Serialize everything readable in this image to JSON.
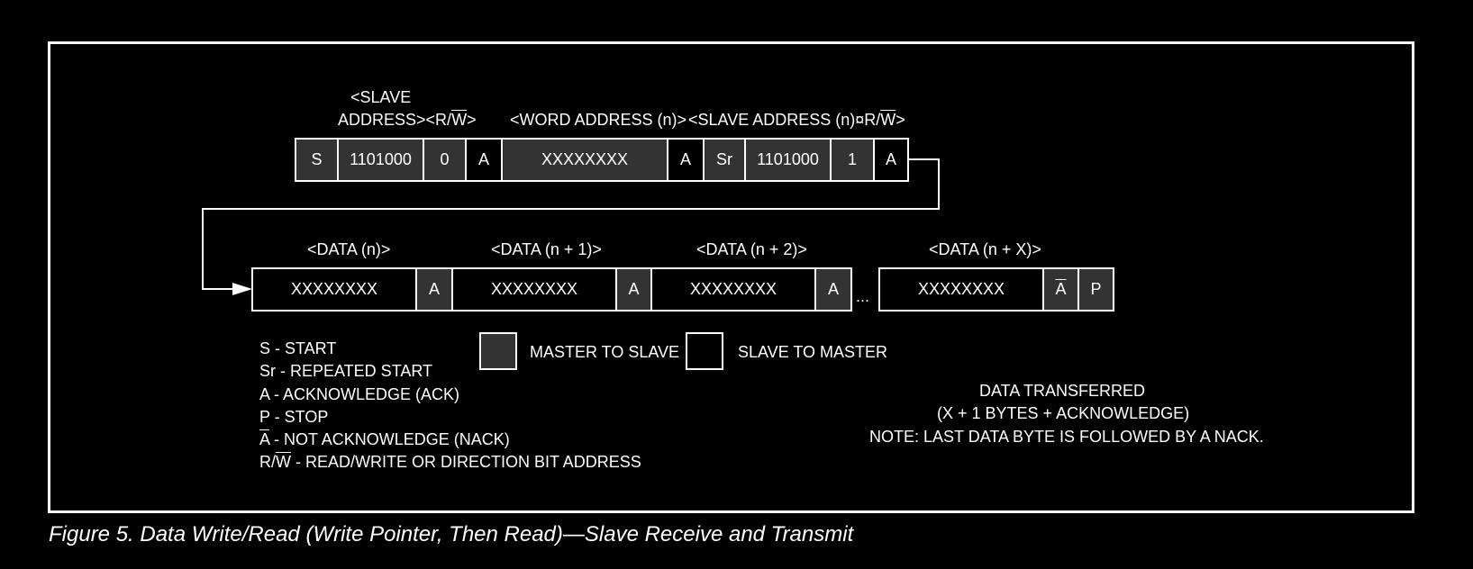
{
  "header_labels": {
    "slave_line1": "<SLAVE",
    "slave_line2": "ADDRESS>",
    "rw_prefix": "<R/",
    "rw_w": "W",
    "rw_suffix": ">",
    "word_address": "<WORD ADDRESS (n)>",
    "slave_address_n_prefix": "<SLAVE ADDRESS (n)¤R/",
    "slave_address_n_w": "W",
    "slave_address_n_suffix": ">"
  },
  "row1": [
    {
      "text": "S",
      "role": "master"
    },
    {
      "text": "1101000",
      "role": "master"
    },
    {
      "text": "0",
      "role": "master"
    },
    {
      "text": "A",
      "role": "slave"
    },
    {
      "text": "XXXXXXXX",
      "role": "master"
    },
    {
      "text": "A",
      "role": "slave"
    },
    {
      "text": "Sr",
      "role": "master"
    },
    {
      "text": "1101000",
      "role": "master"
    },
    {
      "text": "1",
      "role": "master"
    },
    {
      "text": "A",
      "role": "slave"
    }
  ],
  "data_labels": [
    "<DATA (n)>",
    "<DATA (n + 1)>",
    "<DATA (n + 2)>",
    "<DATA (n + X)>"
  ],
  "row2": [
    {
      "text": "XXXXXXXX",
      "role": "slave"
    },
    {
      "text": "A",
      "role": "master"
    },
    {
      "text": "XXXXXXXX",
      "role": "slave"
    },
    {
      "text": "A",
      "role": "master"
    },
    {
      "text": "XXXXXXXX",
      "role": "slave"
    },
    {
      "text": "A",
      "role": "master"
    },
    {
      "text": "XXXXXXXX",
      "role": "slave"
    },
    {
      "text": "A",
      "role": "master",
      "overline": true
    },
    {
      "text": "P",
      "role": "master"
    }
  ],
  "ellipsis": "...",
  "legend_keys": {
    "master_to_slave": "MASTER TO SLAVE",
    "slave_to_master": "SLAVE TO MASTER"
  },
  "legend_defs": {
    "start": "S - START",
    "repeated_start": "Sr - REPEATED START",
    "ack": "A - ACKNOWLEDGE (ACK)",
    "stop": "P - STOP",
    "nack_symbol": "A",
    "nack_text": " - NOT ACKNOWLEDGE (NACK)",
    "rw_r": "R/",
    "rw_w": "W",
    "rw_text": " - READ/WRITE OR DIRECTION BIT ADDRESS"
  },
  "note": {
    "line1": "DATA TRANSFERRED",
    "line2": "(X + 1 BYTES + ACKNOWLEDGE)",
    "line3": "NOTE: LAST DATA BYTE IS FOLLOWED BY A NACK."
  },
  "caption": "Figure 5. Data Write/Read (Write Pointer, Then Read)—Slave Receive and Transmit",
  "colors": {
    "master": "#333333",
    "slave": "#000000",
    "line": "#ffffff"
  }
}
